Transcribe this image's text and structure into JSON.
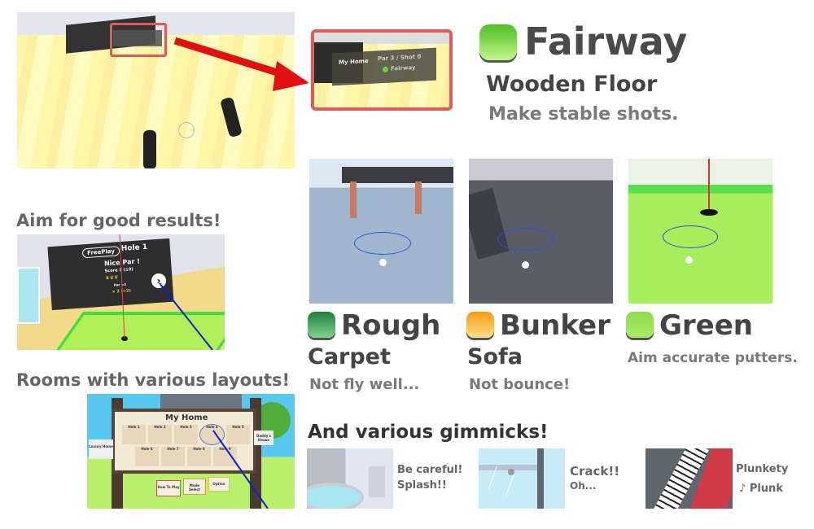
{
  "hud": {
    "room": "My Home",
    "par_shot": "Par 3 / Shot 0",
    "surface": "Fairway"
  },
  "fairway": {
    "title": "Fairway",
    "surface": "Wooden Floor",
    "desc": "Make stable shots.",
    "color": "#6ccf3a"
  },
  "terrains": [
    {
      "title": "Rough",
      "surface": "Carpet",
      "desc": "Not fly well...",
      "color": "#2e9a4e"
    },
    {
      "title": "Bunker",
      "surface": "Sofa",
      "desc": "Not bounce!",
      "color": "#f5a623"
    },
    {
      "title": "Green",
      "surface": "",
      "desc": "Aim accurate putters.",
      "color": "#8fdc4a"
    }
  ],
  "results": {
    "heading": "Aim for good results!",
    "mode": "FreePlay",
    "hole": "Hole 1",
    "message": "Nice Par !",
    "score": "Score  3 (±0)",
    "par": "Par =3",
    "crowns": "× 2 (+2)"
  },
  "rooms": {
    "heading": "Rooms with various layouts!",
    "board_title": "My Home",
    "holes": [
      "Hole 1",
      "Hole 2",
      "Hole 3",
      "Hole 4",
      "Hole 5",
      "Hole 6",
      "Hole 7",
      "Hole 8",
      "Hole 9"
    ],
    "left_sign": "Luxury Home",
    "right_sign": "Daddy's House",
    "buttons": [
      "How To Play",
      "Mode Select",
      "Option"
    ]
  },
  "gimmicks": {
    "heading": "And various gimmicks!",
    "items": [
      {
        "line1": "Be careful!",
        "line2": "Splash!!"
      },
      {
        "line1": "Crack!!",
        "line2": "Oh..."
      },
      {
        "line1": "Plunkety",
        "line2": "♪ Plunk"
      }
    ]
  }
}
